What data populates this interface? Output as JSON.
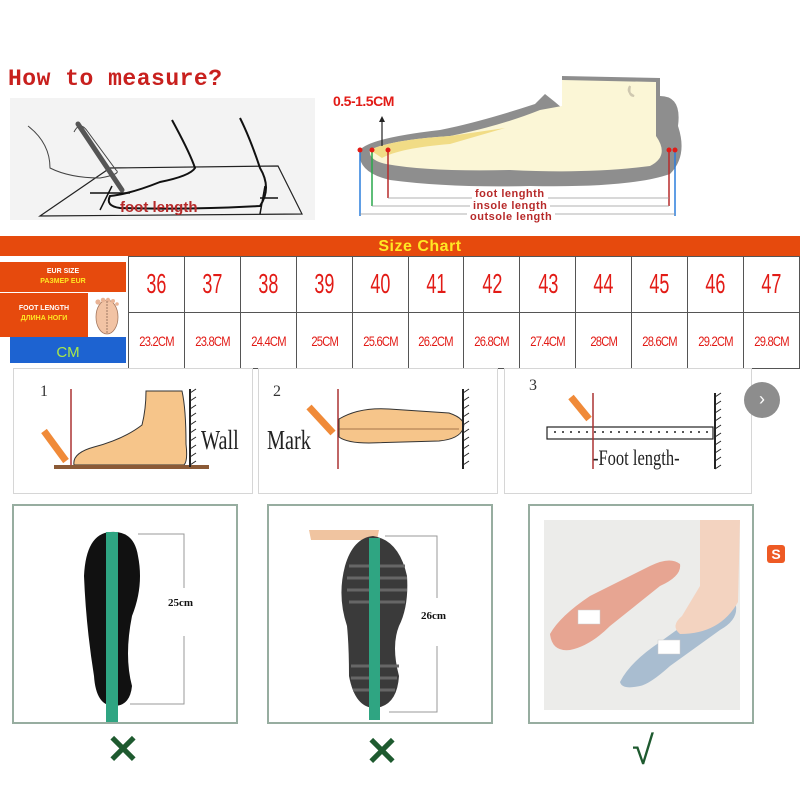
{
  "measure_guide": {
    "title": "How to measure?",
    "sketch_label": "foot length",
    "tolerance_label": "0.5-1.5CM",
    "length_labels": [
      "foot lenghth",
      "insole length",
      "outsole length"
    ]
  },
  "size_chart": {
    "title": "Size Chart",
    "row_labels": {
      "eur_en": "EUR SIZE",
      "eur_ru": "РАЗМЕР EUR",
      "foot_en": "FOOT LENGTH",
      "foot_ru": "ДЛИНА НОГИ",
      "unit": "CM"
    },
    "eur_sizes": [
      "36",
      "37",
      "38",
      "39",
      "40",
      "41",
      "42",
      "43",
      "44",
      "45",
      "46",
      "47"
    ],
    "foot_lengths": [
      "23.2CM",
      "23.8CM",
      "24.4CM",
      "25CM",
      "25.6CM",
      "26.2CM",
      "26.8CM",
      "27.4CM",
      "28CM",
      "28.6CM",
      "29.2CM",
      "29.8CM"
    ]
  },
  "steps": [
    {
      "number": "1",
      "label": "Wall"
    },
    {
      "number": "2",
      "label": "Mark"
    },
    {
      "number": "3",
      "label": "-Foot length-"
    }
  ],
  "carousel": {
    "next_glyph": "›"
  },
  "examples": [
    {
      "measurement": "25cm",
      "verdict": "✕"
    },
    {
      "measurement": "26cm",
      "verdict": "✕"
    },
    {
      "measurement": "",
      "verdict": "√"
    }
  ],
  "floating_badge": {
    "glyph": "S"
  },
  "colors": {
    "title_red": "#c8201e",
    "chart_orange": "#e64a0d",
    "chart_yellow": "#ffe824",
    "cm_blue": "#1d63d1",
    "verdict_green": "#1e5a2f"
  }
}
